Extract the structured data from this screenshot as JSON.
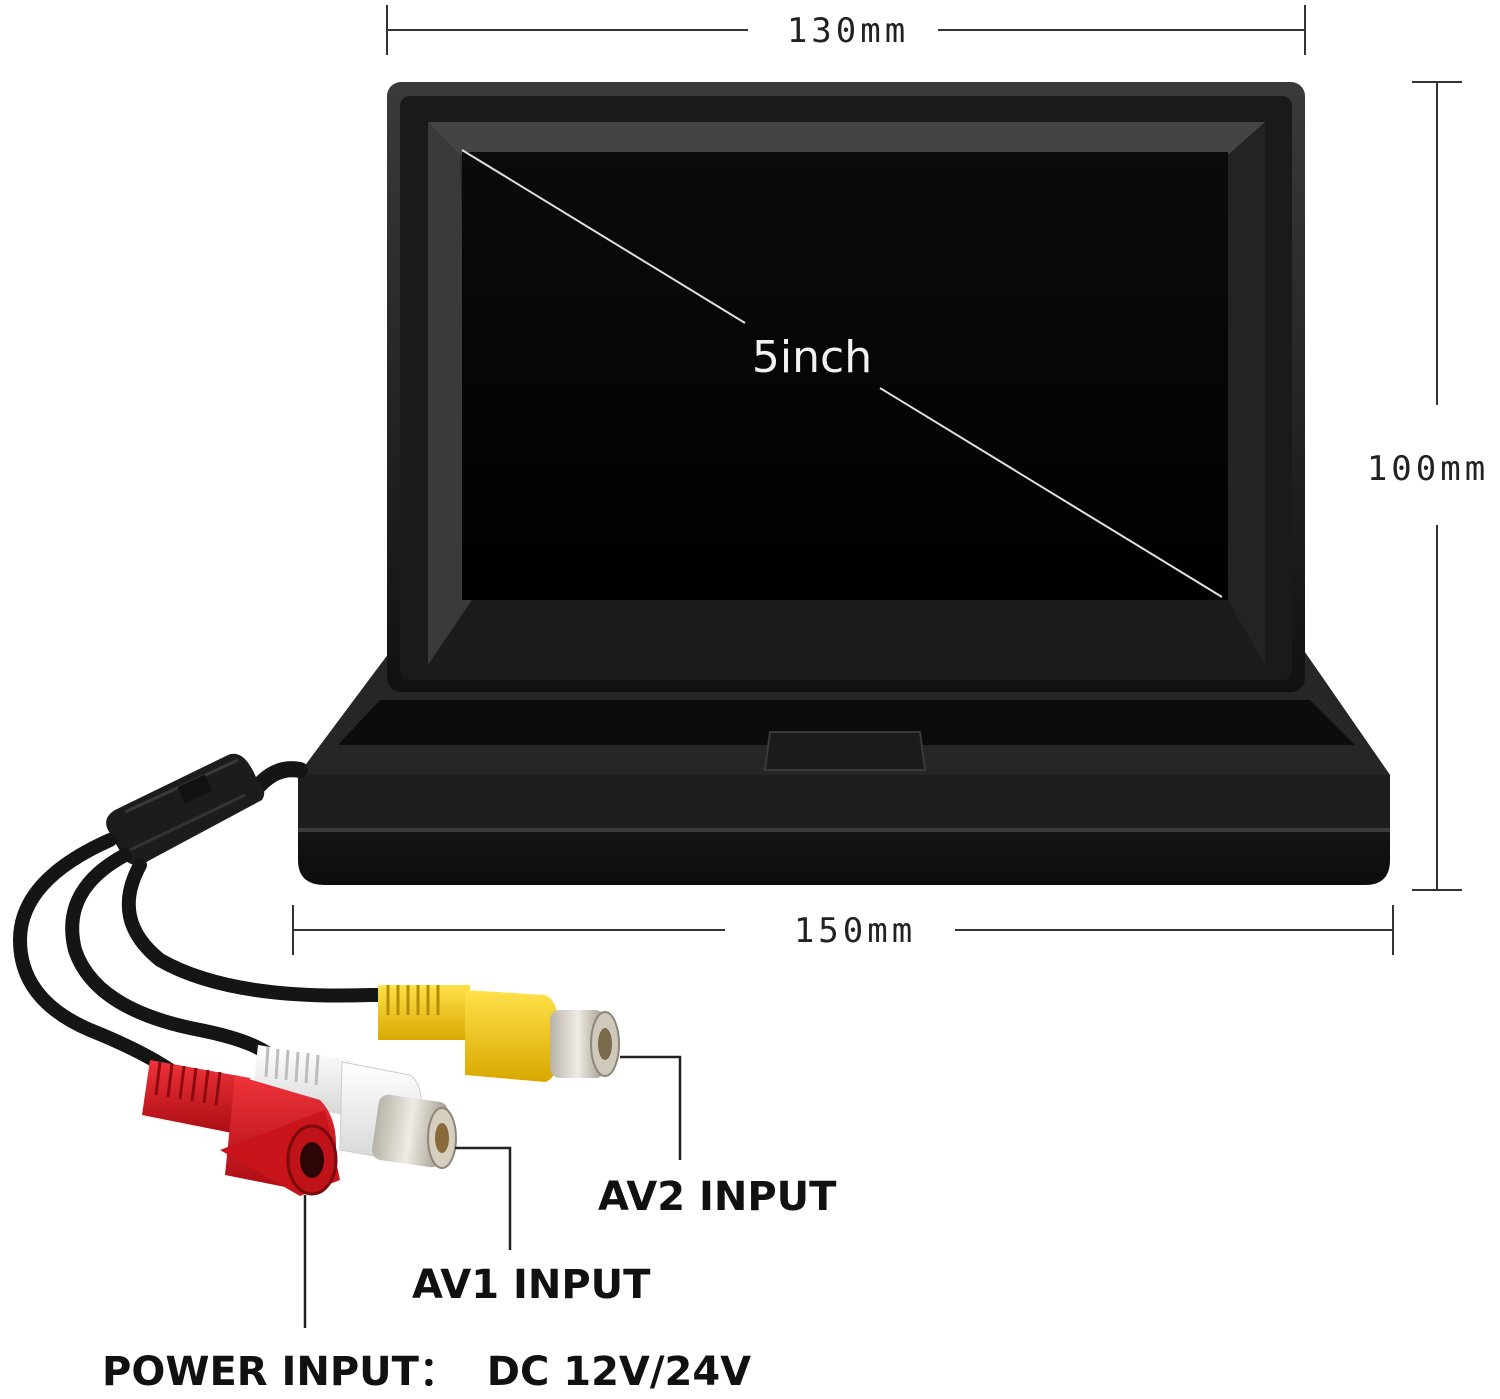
{
  "dimensions": {
    "top_width": "130mm",
    "height": "100mm",
    "base_width": "150mm"
  },
  "screen": {
    "diagonal": "5inch"
  },
  "callouts": {
    "av2": "AV2 INPUT",
    "av1": "AV1 INPUT",
    "power": "POWER INPUT：  DC 12V/24V"
  },
  "colors": {
    "connector_yellow": "#f2c200",
    "connector_white": "#f4f4f4",
    "connector_red": "#d8141b",
    "body": "#151515"
  }
}
